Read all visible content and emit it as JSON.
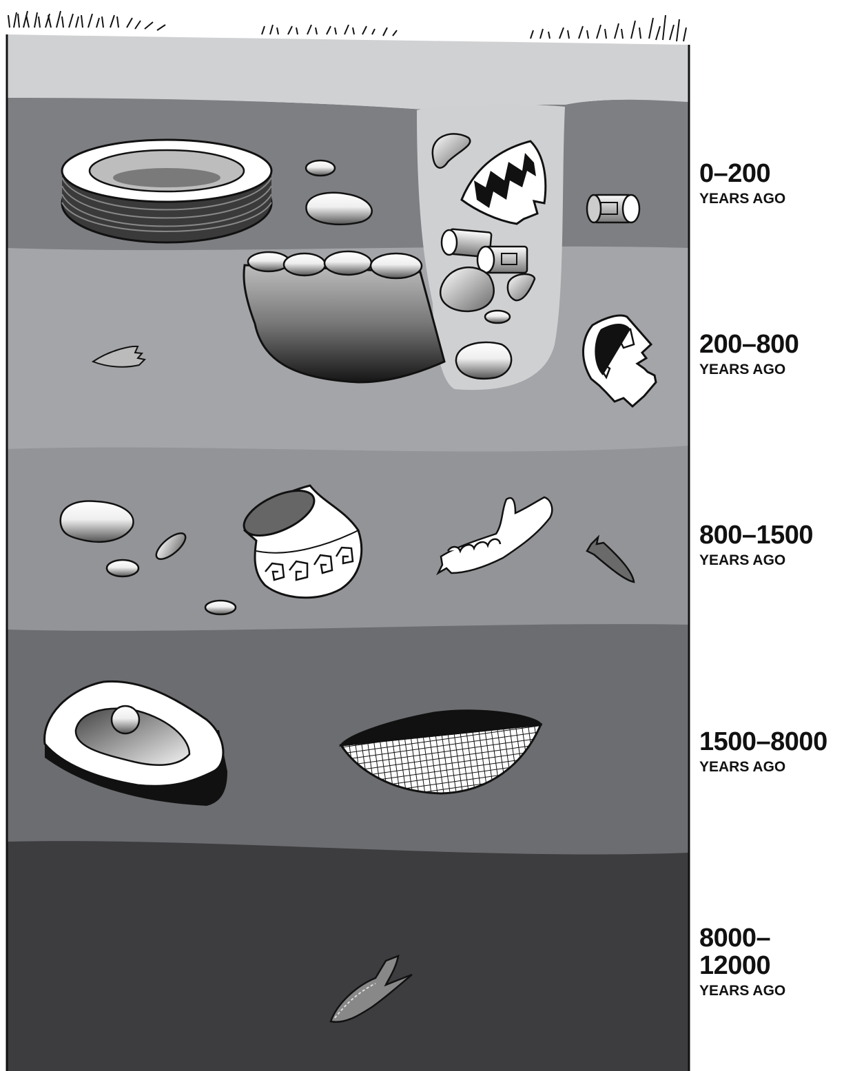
{
  "colors": {
    "topsoil": "#d0d1d3",
    "layer_0_200": "#7d7f82",
    "layer_200_800": "#a4a5a8",
    "layer_800_1500": "#939497",
    "layer_1500_8000": "#6c6d70",
    "layer_8000_12000": "#3d3d40",
    "pit_fill": "#cfd0d2",
    "outline": "#111111",
    "artifact_fill": "#ffffff"
  },
  "layers": [
    {
      "range": "0–200",
      "unit": "YEARS AGO",
      "icons": [
        "tire-icon",
        "pebble-icon",
        "stone-icon",
        "tin-can-icon"
      ]
    },
    {
      "range": "200–800",
      "unit": "YEARS AGO",
      "icons": [
        "arrowhead-icon",
        "fire-pit-icon",
        "pottery-sherd-icon",
        "refuse-pit-icon"
      ]
    },
    {
      "range": "800–1500",
      "unit": "YEARS AGO",
      "icons": [
        "pottery-jar-icon",
        "jawbone-icon",
        "projectile-point-icon",
        "pebble-icon"
      ]
    },
    {
      "range": "1500–8000",
      "unit": "YEARS AGO",
      "icons": [
        "grinding-stone-icon",
        "woven-basket-icon"
      ]
    },
    {
      "range": "8000–12000",
      "unit": "YEARS AGO",
      "icons": [
        "spear-point-icon"
      ]
    }
  ]
}
